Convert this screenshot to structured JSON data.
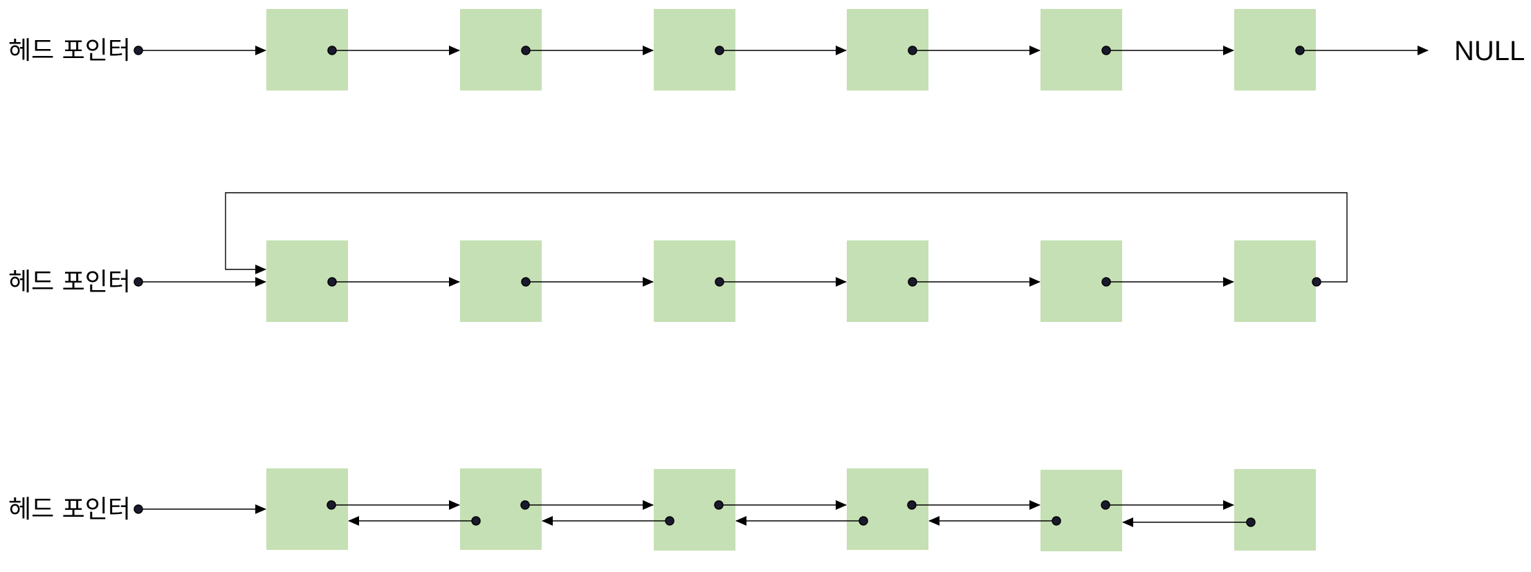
{
  "colors": {
    "node_fill": "#c5e0b4",
    "dot_fill": "#1a1a2e",
    "line": "#000000"
  },
  "rows": [
    {
      "label": "헤드 포인터",
      "type": "singly",
      "terminal": "NULL"
    },
    {
      "label": "헤드 포인터",
      "type": "circular"
    },
    {
      "label": "헤드 포인터",
      "type": "doubly"
    }
  ]
}
